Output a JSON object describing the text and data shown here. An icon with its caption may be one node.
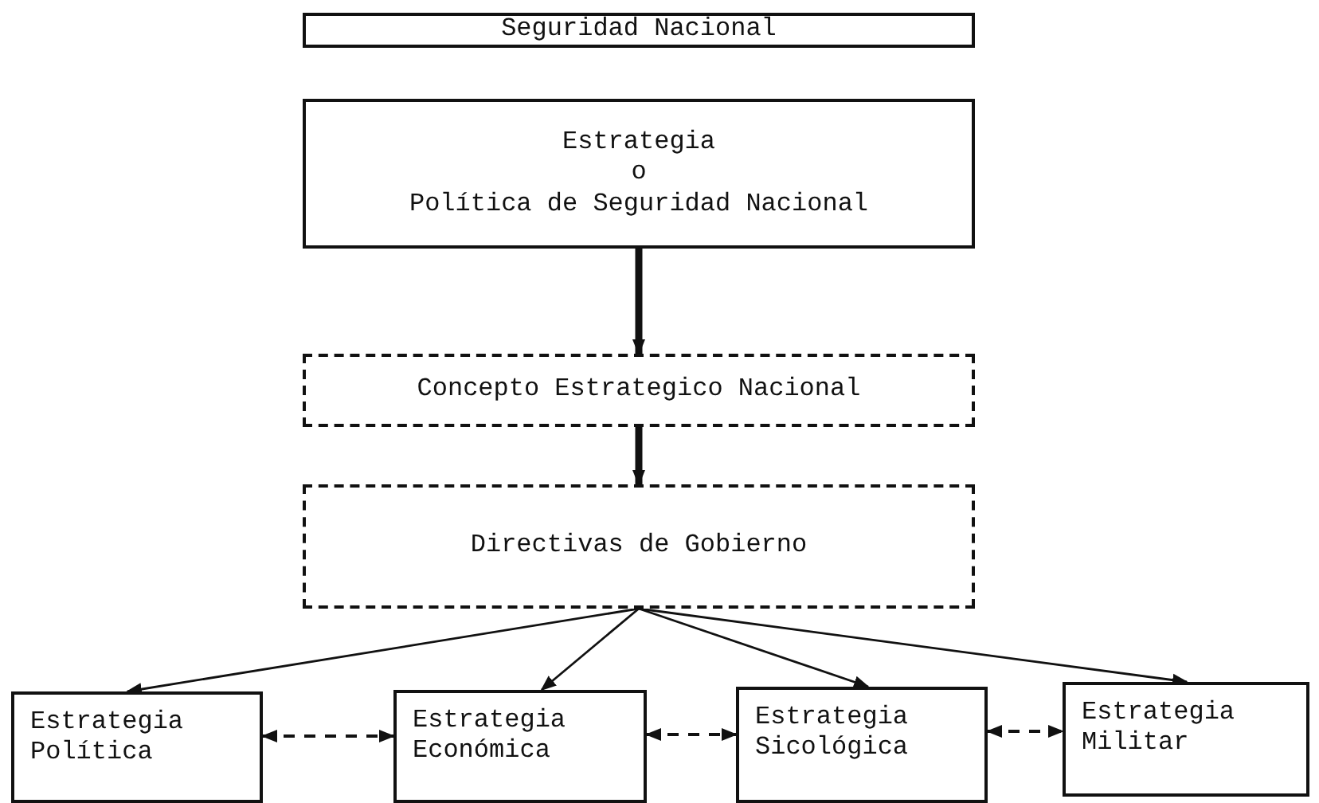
{
  "diagram": {
    "nodes": [
      {
        "text": [
          "Seguridad Nacional"
        ]
      },
      {
        "text": [
          "Estrategia",
          "o",
          "Política de Seguridad Nacional"
        ]
      },
      {
        "text": [
          "Concepto Estrategico Nacional"
        ]
      },
      {
        "text": [
          "Directivas de Gobierno"
        ]
      },
      {
        "text": [
          "Estrategia Política"
        ]
      },
      {
        "text": [
          "Estrategia Económica"
        ]
      },
      {
        "text": [
          "Estrategia Sicológica"
        ]
      },
      {
        "text": [
          "Estrategia Militar"
        ]
      }
    ],
    "edges": [
      {
        "from": 1,
        "to": 2,
        "arrow": "to",
        "style": "thick"
      },
      {
        "from": 2,
        "to": 3,
        "arrow": "to",
        "style": "thick"
      },
      {
        "from": 3,
        "to": 4,
        "arrow": "to"
      },
      {
        "from": 3,
        "to": 5,
        "arrow": "to"
      },
      {
        "from": 3,
        "to": 6,
        "arrow": "to"
      },
      {
        "from": 3,
        "to": 7,
        "arrow": "to"
      },
      {
        "from": 4,
        "to": 5,
        "arrow": "both",
        "style": "dashed"
      },
      {
        "from": 5,
        "to": 6,
        "arrow": "both",
        "style": "dashed"
      },
      {
        "from": 6,
        "to": 7,
        "arrow": "both",
        "style": "dashed"
      }
    ]
  }
}
